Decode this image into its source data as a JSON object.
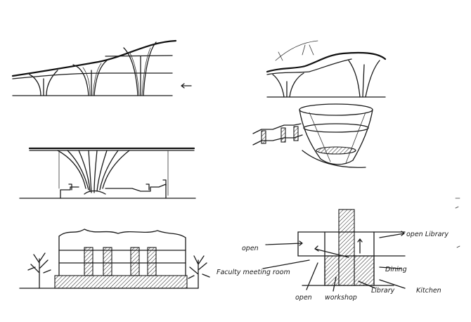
{
  "sketch5": {
    "labels": {
      "open_left": "open",
      "open_library": "open Library",
      "faculty_meeting_room": "Faculty meeting room",
      "dining": "Dining",
      "open_bottom": "open",
      "workshop": "workshop",
      "library": "Library",
      "kitchen": "Kitchen"
    }
  }
}
